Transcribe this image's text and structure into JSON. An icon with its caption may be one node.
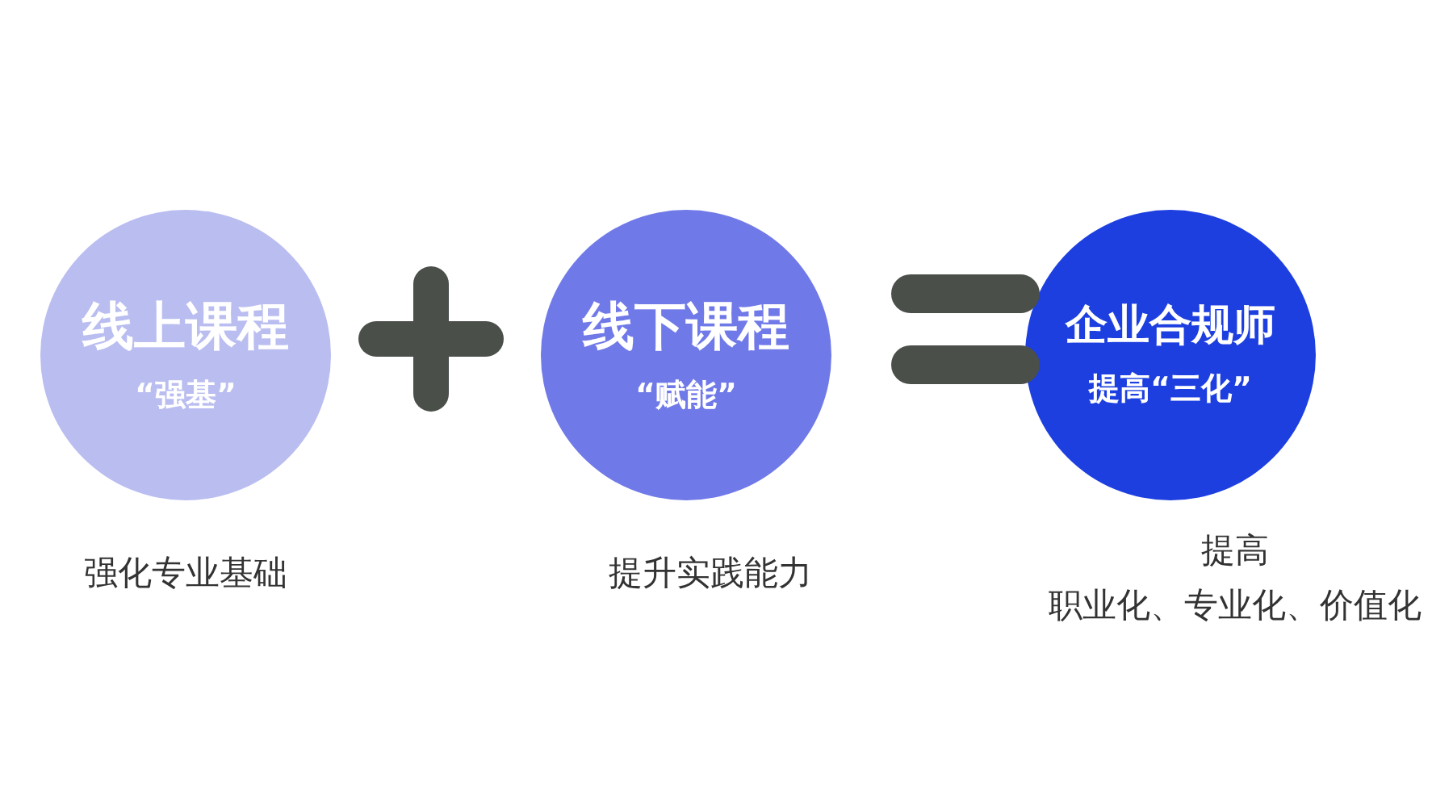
{
  "diagram": {
    "nodes": [
      {
        "text": [
          "线上课程",
          "“强基”"
        ],
        "beside": [
          "强化专业基础"
        ]
      },
      {
        "text": [
          "线下课程",
          "“赋能”"
        ],
        "beside": [
          "提升实践能力"
        ]
      },
      {
        "text": [
          "企业合规师",
          "提高“三化”"
        ],
        "beside": [
          "提高",
          "职业化、专业化、价值化"
        ]
      }
    ]
  }
}
